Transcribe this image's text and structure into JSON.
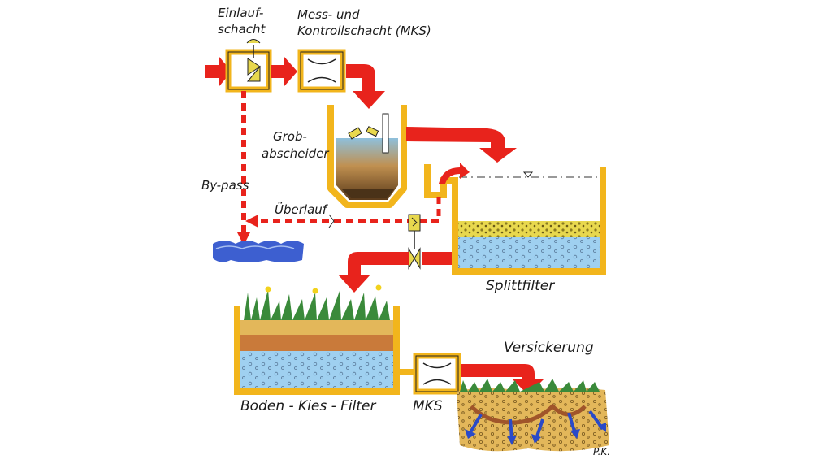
{
  "labels": {
    "einlauf_line1": "Einlauf-",
    "einlauf_line2": "schacht",
    "mks_top_line1": "Mess- und",
    "mks_top_line2": "Kontrollschacht (MKS)",
    "grob_line1": "Grob-",
    "grob_line2": "abscheider",
    "bypass": "By-pass",
    "ueberlauf": "Überlauf",
    "splittfilter": "Splittfilter",
    "boden_kies_filter": "Boden - Kies - Filter",
    "mks_bottom": "MKS",
    "versickerung": "Versickerung",
    "signature": "P.K."
  },
  "colors": {
    "flow_arrow": "#e8231c",
    "tank_frame": "#f2b51c",
    "water": "#8ec8ec",
    "gravel": "#e4d44a",
    "soil": "#c97a3a",
    "grass": "#3a8a3a",
    "surface_water": "#3d5fd0"
  }
}
